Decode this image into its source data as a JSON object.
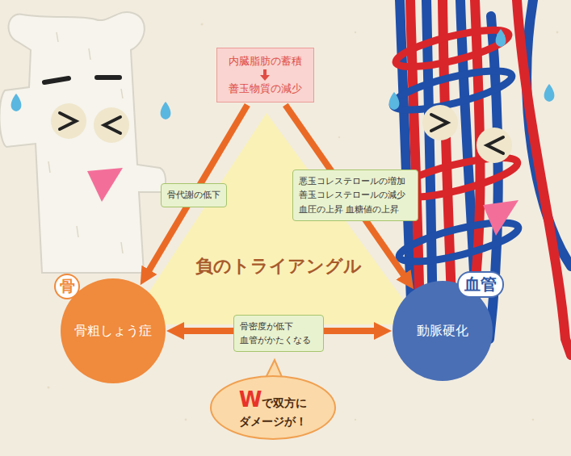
{
  "diagram": {
    "nodes": [
      {
        "text": [
          "内臓脂肪の蓄積",
          "善玉物質の減少"
        ]
      },
      {
        "text": [
          "骨",
          "骨粗しょう症"
        ]
      },
      {
        "text": [
          "血管",
          "動脈硬化"
        ]
      },
      {
        "text": [
          "Wで双方に ダメージが！"
        ]
      }
    ],
    "edges": [
      {
        "from": 0,
        "to": 1,
        "label": "骨代謝の低下",
        "arrow": "to"
      },
      {
        "from": 0,
        "to": 2,
        "label": "悪玉コレステロールの増加 善玉コレステロールの減少 血圧の上昇 血糖値の上昇",
        "arrow": "to"
      },
      {
        "from": 1,
        "to": 2,
        "label": "骨密度が低下 血管がかたくなる",
        "arrow": "both"
      }
    ],
    "labels": [
      "負のトライアングル"
    ]
  }
}
